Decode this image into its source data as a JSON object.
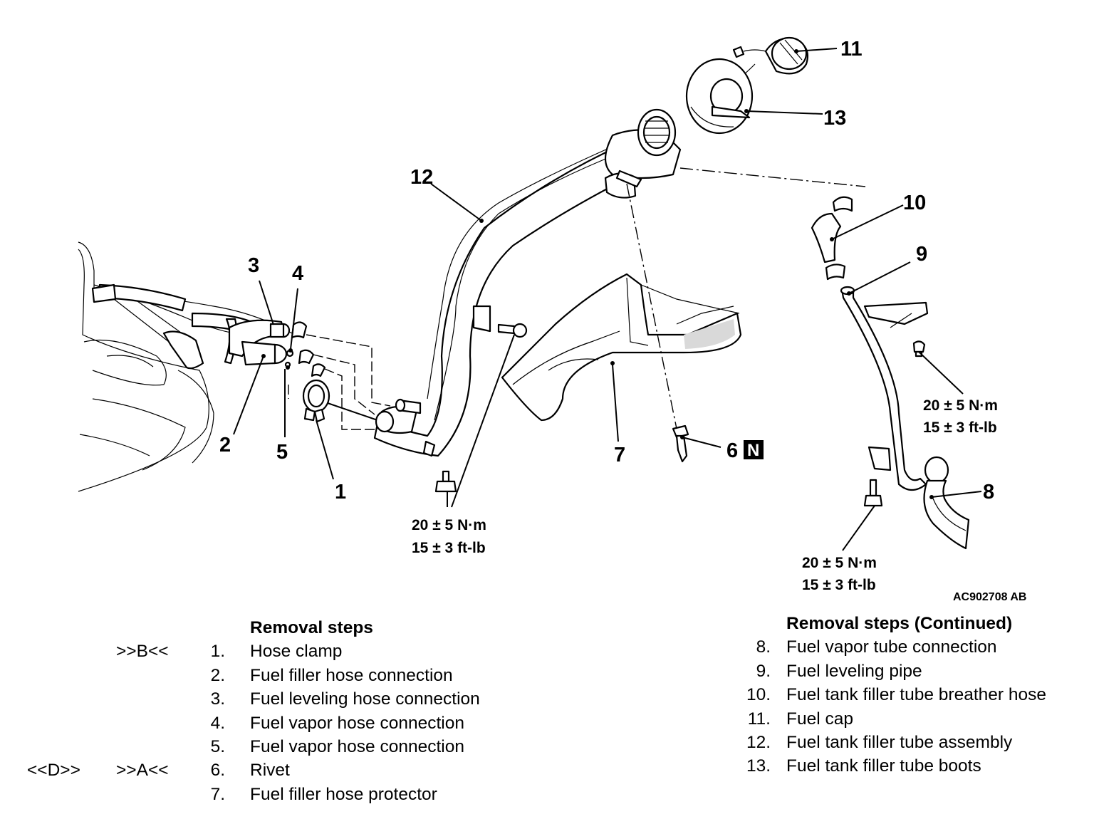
{
  "diagram": {
    "callouts": [
      "1",
      "2",
      "3",
      "4",
      "5",
      "6",
      "7",
      "8",
      "9",
      "10",
      "11",
      "12",
      "13"
    ],
    "torque_spec": {
      "metric": "20 ± 5 N·m",
      "imperial": "15 ± 3 ft-lb"
    },
    "new_part_mark": "N",
    "figure_code": "AC902708 AB"
  },
  "removal_steps": {
    "heading": "Removal steps",
    "items": [
      {
        "marker_left": "",
        "marker_right": ">>B<<",
        "number": "1.",
        "label": "Hose clamp"
      },
      {
        "marker_left": "",
        "marker_right": "",
        "number": "2.",
        "label": "Fuel filler hose connection"
      },
      {
        "marker_left": "",
        "marker_right": "",
        "number": "3.",
        "label": "Fuel leveling hose connection"
      },
      {
        "marker_left": "",
        "marker_right": "",
        "number": "4.",
        "label": "Fuel vapor hose connection"
      },
      {
        "marker_left": "",
        "marker_right": "",
        "number": "5.",
        "label": "Fuel vapor hose connection"
      },
      {
        "marker_left": "<<D>>",
        "marker_right": ">>A<<",
        "number": "6.",
        "label": "Rivet"
      },
      {
        "marker_left": "",
        "marker_right": "",
        "number": "7.",
        "label": "Fuel filler hose protector"
      }
    ]
  },
  "removal_steps_continued": {
    "heading": "Removal steps (Continued)",
    "items": [
      {
        "number": "8.",
        "label": "Fuel vapor tube connection"
      },
      {
        "number": "9.",
        "label": "Fuel leveling pipe"
      },
      {
        "number": "10.",
        "label": "Fuel tank filler tube breather hose"
      },
      {
        "number": "11.",
        "label": "Fuel cap"
      },
      {
        "number": "12.",
        "label": "Fuel tank filler tube assembly"
      },
      {
        "number": "13.",
        "label": "Fuel tank filler tube boots"
      }
    ]
  }
}
